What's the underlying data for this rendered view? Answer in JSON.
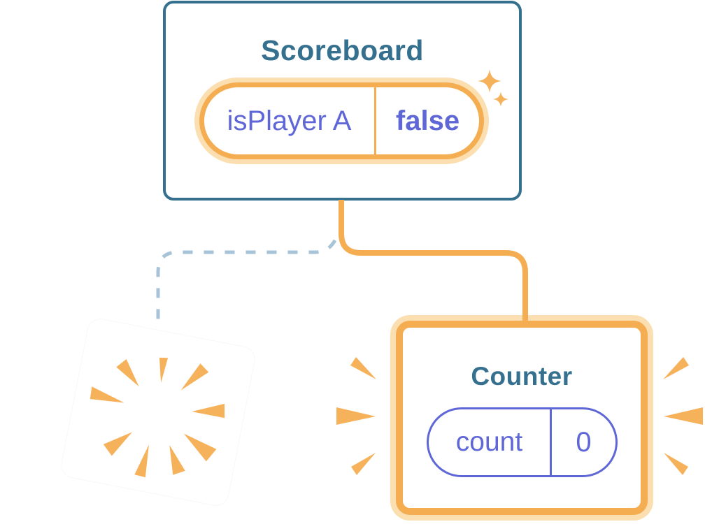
{
  "scoreboard": {
    "title": "Scoreboard",
    "state": {
      "key": "isPlayer A",
      "value": "false"
    }
  },
  "counter": {
    "title": "Counter",
    "state": {
      "key": "count",
      "value": "0"
    }
  },
  "destroyed_component": {
    "description": "tilted empty component card with poof burst (unmounted state)"
  },
  "icons": {
    "sparkles": "sparkles-icon (two 4-point stars marking fresh state)",
    "poof_burst": "poof-burst-icon (radiating wedges, destroyed component)",
    "emphasis_rays": "emphasis-rays-icon (wedges highlighting new Counter)"
  },
  "colors": {
    "teal_border": "#35708E",
    "orange": "#F5AD52",
    "orange_halo": "#FBDFB0",
    "orange_accent": "#F6B25B",
    "purple": "#5F67D7",
    "dash_blue": "#A6C3D8",
    "background": "#FFFFFF"
  }
}
